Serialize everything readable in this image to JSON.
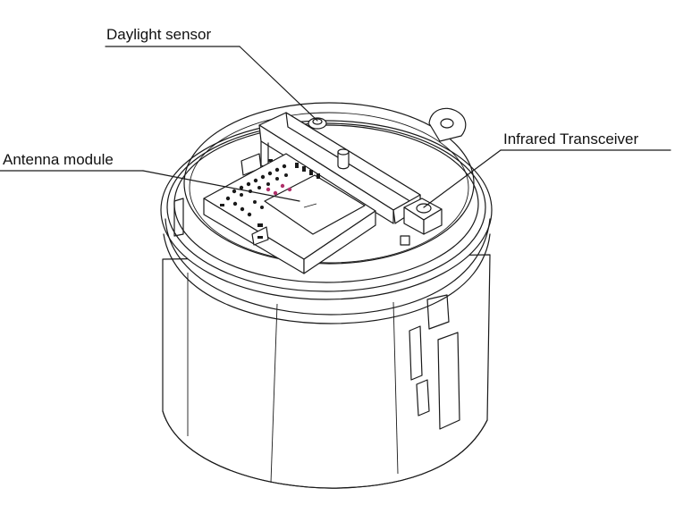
{
  "callouts": {
    "daylight_sensor": "Daylight  sensor",
    "antenna_module": "Antenna module",
    "infrared_transceiver": "Infrared Transceiver"
  }
}
